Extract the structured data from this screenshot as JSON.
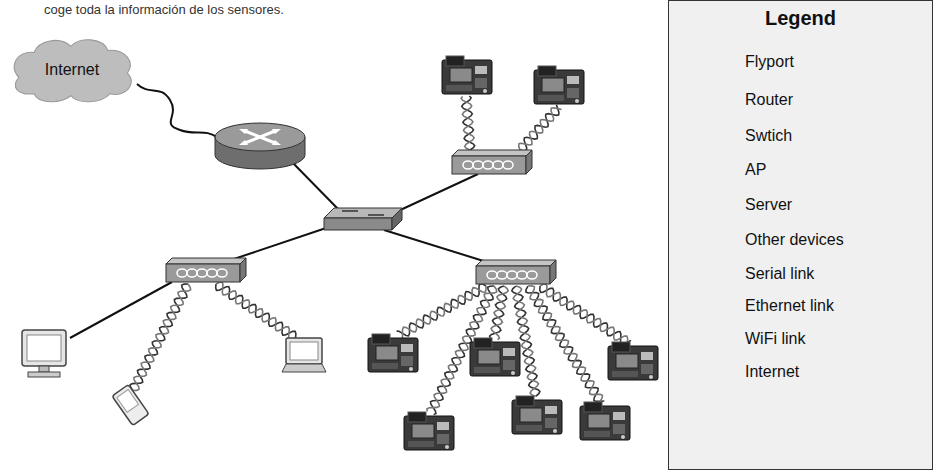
{
  "diagram": {
    "nodes": [
      {
        "text": [
          "Internet"
        ]
      },
      {
        "text": [
          "Legend"
        ]
      }
    ],
    "labels": [
      "coge toda la información de los sensores."
    ],
    "legend": [
      {
        "text": "Flyport"
      },
      {
        "text": "Router"
      },
      {
        "text": "Swtich"
      },
      {
        "text": "AP"
      },
      {
        "text": "Server"
      },
      {
        "text": "Other devices"
      },
      {
        "text": "Serial link"
      },
      {
        "text": "Ethernet link"
      },
      {
        "text": "WiFi link"
      },
      {
        "text": "Internet"
      }
    ]
  }
}
